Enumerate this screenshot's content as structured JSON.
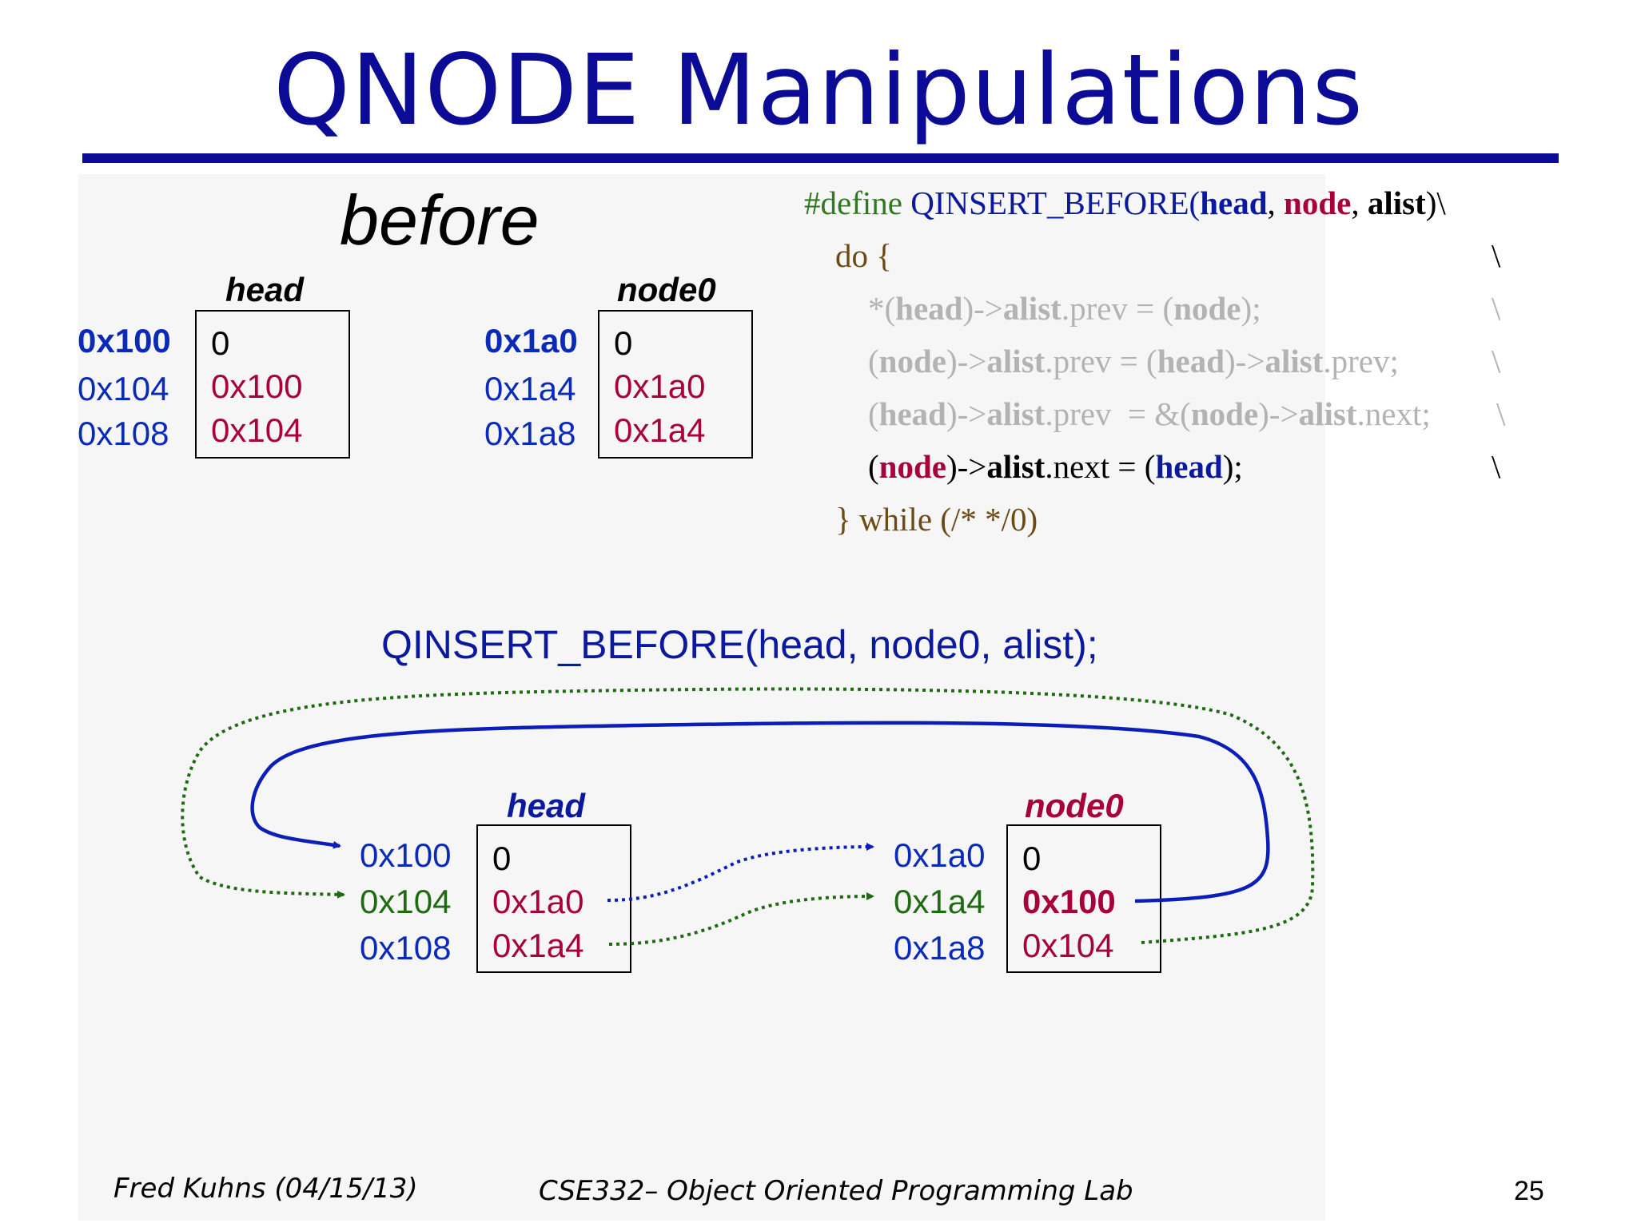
{
  "title": "QNODE Manipulations",
  "before": {
    "heading": "before",
    "head": {
      "label": "head",
      "addresses": [
        "0x100",
        "0x104",
        "0x108"
      ],
      "values": [
        "0",
        "0x100",
        "0x104"
      ]
    },
    "node0": {
      "label": "node0",
      "addresses": [
        "0x1a0",
        "0x1a4",
        "0x1a8"
      ],
      "values": [
        "0",
        "0x1a0",
        "0x1a4"
      ]
    }
  },
  "code": {
    "line1": {
      "define": "#define ",
      "macro": "QINSERT_BEFORE(",
      "head": "head",
      "sep1": ", ",
      "node": "node",
      "sep2": ", ",
      "alist": "alist",
      "end": ")\\"
    },
    "line2": {
      "text": "do {",
      "bs": "\\"
    },
    "line3": {
      "a": "*(",
      "head": "head",
      "b": ")->",
      "alist": "alist",
      "c": ".prev = (",
      "node": "node",
      "d": ");",
      "bs": "\\"
    },
    "line4": {
      "a": "(",
      "node": "node",
      "b": ")->",
      "alist": "alist",
      "c": ".prev = (",
      "head": "head",
      "d": ")->",
      "alist2": "alist",
      "e": ".prev;",
      "bs": "\\"
    },
    "line5": {
      "a": "(",
      "head": "head",
      "b": ")->",
      "alist": "alist",
      "c": ".prev  = &(",
      "node": "node",
      "d": ")->",
      "alist2": "alist",
      "e": ".next;",
      "bs": "\\"
    },
    "line6": {
      "a": "(",
      "node": "node",
      "b": ")->",
      "alist": "alist",
      "c": ".next = (",
      "head": "head",
      "d": ");",
      "bs": "\\"
    },
    "line7": {
      "text": "} while (/* */0)"
    }
  },
  "after": {
    "call": "QINSERT_BEFORE(head, node0, alist);",
    "head": {
      "label": "head",
      "addresses": [
        "0x100",
        "0x104",
        "0x108"
      ],
      "values": [
        "0",
        "0x1a0",
        "0x1a4"
      ]
    },
    "node0": {
      "label": "node0",
      "addresses": [
        "0x1a0",
        "0x1a4",
        "0x1a8"
      ],
      "values": [
        "0",
        "0x100",
        "0x104"
      ]
    }
  },
  "footer": {
    "author": "Fred Kuhns (04/15/13)",
    "course": "CSE332– Object Oriented Programming Lab",
    "page": "25"
  },
  "colors": {
    "title": "#0b0b96",
    "address_blue": "#0a2ab8",
    "value_red": "#a8003a",
    "link_green": "#1e6b12",
    "code_grey": "#b3b3b3"
  }
}
